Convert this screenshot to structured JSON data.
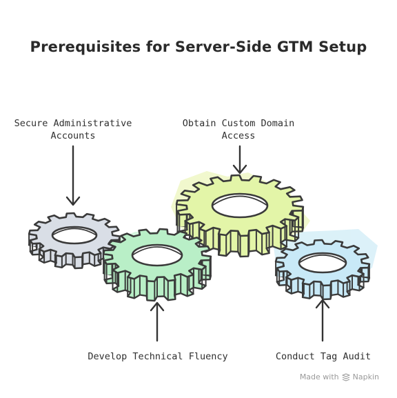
{
  "title": "Prerequisites for Server-Side GTM Setup",
  "gears": [
    {
      "id": "admin",
      "label_lines": [
        "Secure Administrative",
        "Accounts"
      ],
      "fill": "#d9dee6"
    },
    {
      "id": "fluency",
      "label_lines": [
        "Develop Technical Fluency"
      ],
      "fill": "#b9efc7"
    },
    {
      "id": "domain",
      "label_lines": [
        "Obtain Custom Domain",
        "Access"
      ],
      "fill": "#e3f5a8"
    },
    {
      "id": "audit",
      "label_lines": [
        "Conduct Tag Audit"
      ],
      "fill": "#c8e9f7"
    }
  ],
  "colors": {
    "stroke": "#3a3a3a",
    "text": "#2f2f2f"
  },
  "footer": {
    "made_with": "Made with",
    "brand": "Napkin",
    "logo_icon": "napkin-logo-icon"
  }
}
